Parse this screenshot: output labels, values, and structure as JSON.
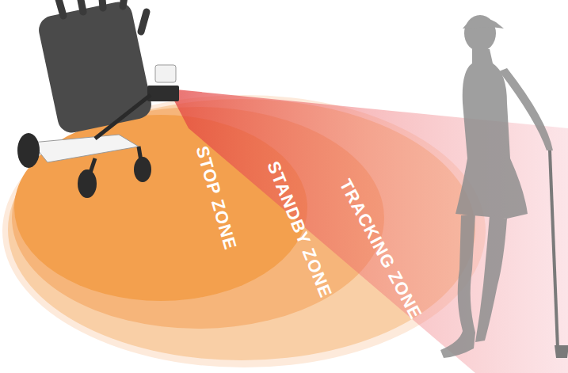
{
  "diagram": {
    "nodes": [
      {
        "text": [
          "TRACKING ZONE"
        ]
      },
      {
        "text": [
          "STANDBY ZONE"
        ],
        "in": 0
      },
      {
        "text": [
          "STOP ZONE"
        ],
        "in": 1
      }
    ]
  }
}
